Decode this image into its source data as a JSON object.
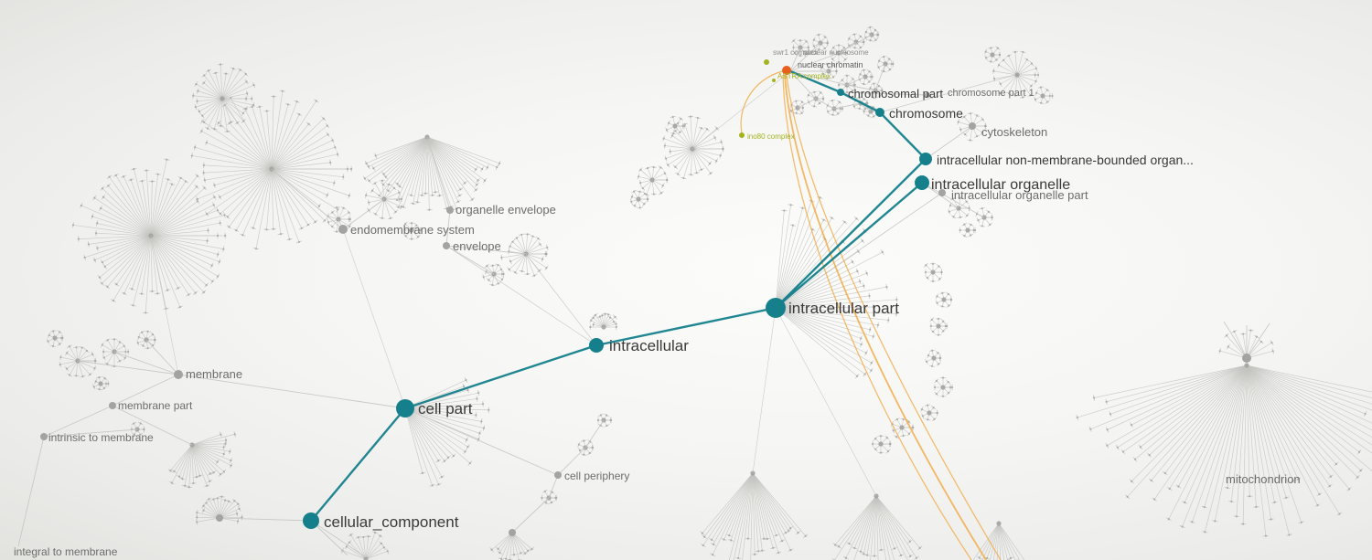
{
  "graph": {
    "colors": {
      "teal": "#15808c",
      "orange": "#e8611c",
      "olive": "#a3b31f",
      "gray_node": "#a3a3a0",
      "gray_edge": "#c3c3c0",
      "orange_edge": "#f3a83e",
      "dark": "#3a3a3a",
      "gray": "#6d6d6b",
      "tiny": "#8d8d8a",
      "tinydark": "#5e5e5c"
    },
    "clusters": [
      [
        165,
        258,
        82,
        0,
        360,
        70
      ],
      [
        297,
        185,
        88,
        0,
        360,
        58
      ],
      [
        467,
        150,
        82,
        20,
        160,
        42
      ],
      [
        243,
        108,
        36,
        0,
        360,
        32
      ],
      [
        210,
        487,
        46,
        -20,
        130,
        26
      ],
      [
        240,
        567,
        25,
        170,
        370,
        18
      ],
      [
        575,
        278,
        26,
        0,
        360,
        22
      ],
      [
        540,
        300,
        12,
        0,
        360,
        12
      ],
      [
        420,
        218,
        21,
        0,
        360,
        16
      ],
      [
        370,
        240,
        14,
        0,
        360,
        12
      ],
      [
        450,
        252,
        10,
        0,
        360,
        9
      ],
      [
        85,
        395,
        20,
        0,
        360,
        16
      ],
      [
        125,
        385,
        16,
        0,
        360,
        13
      ],
      [
        160,
        372,
        10,
        0,
        360,
        10
      ],
      [
        60,
        370,
        9,
        0,
        360,
        8
      ],
      [
        110,
        420,
        8,
        0,
        360,
        8
      ],
      [
        150,
        470,
        8,
        0,
        360,
        7
      ],
      [
        757,
        163,
        34,
        0,
        360,
        28
      ],
      [
        713,
        197,
        18,
        0,
        360,
        14
      ],
      [
        698,
        218,
        10,
        0,
        360,
        10
      ],
      [
        738,
        138,
        10,
        0,
        360,
        8
      ],
      [
        848,
        337,
        128,
        -85,
        40,
        38
      ],
      [
        443,
        447,
        92,
        -25,
        75,
        24
      ],
      [
        660,
        358,
        16,
        180,
        360,
        14
      ],
      [
        823,
        518,
        98,
        50,
        130,
        30
      ],
      [
        958,
        543,
        82,
        50,
        130,
        24
      ],
      [
        1092,
        573,
        55,
        55,
        125,
        14
      ],
      [
        560,
        583,
        30,
        40,
        140,
        12
      ],
      [
        400,
        612,
        30,
        200,
        340,
        12
      ],
      [
        1363,
        400,
        185,
        12,
        168,
        62
      ],
      [
        1363,
        392,
        32,
        195,
        345,
        10
      ],
      [
        1112,
        82,
        26,
        0,
        360,
        20
      ],
      [
        1140,
        105,
        10,
        0,
        360,
        8
      ],
      [
        1085,
        60,
        9,
        0,
        360,
        8
      ],
      [
        1063,
        138,
        16,
        0,
        360,
        12
      ],
      [
        1048,
        228,
        13,
        0,
        360,
        10
      ],
      [
        1076,
        238,
        10,
        0,
        360,
        8
      ],
      [
        1058,
        252,
        8,
        0,
        360,
        7
      ],
      [
        1020,
        298,
        11,
        0,
        360,
        9
      ],
      [
        1032,
        328,
        9,
        0,
        360,
        8
      ],
      [
        1026,
        357,
        10,
        0,
        360,
        9
      ],
      [
        1021,
        392,
        9,
        0,
        360,
        8
      ],
      [
        1031,
        424,
        10,
        0,
        360,
        9
      ],
      [
        1016,
        452,
        9,
        0,
        360,
        8
      ],
      [
        986,
        468,
        12,
        0,
        360,
        10
      ],
      [
        963,
        486,
        11,
        0,
        360,
        9
      ],
      [
        875,
        52,
        10,
        0,
        360,
        9
      ],
      [
        897,
        47,
        9,
        0,
        360,
        8
      ],
      [
        917,
        58,
        10,
        0,
        360,
        9
      ],
      [
        936,
        46,
        9,
        0,
        360,
        8
      ],
      [
        953,
        38,
        8,
        0,
        360,
        8
      ],
      [
        906,
        78,
        9,
        0,
        360,
        8
      ],
      [
        926,
        93,
        10,
        0,
        360,
        9
      ],
      [
        946,
        84,
        8,
        0,
        360,
        8
      ],
      [
        892,
        108,
        9,
        0,
        360,
        8
      ],
      [
        912,
        119,
        9,
        0,
        360,
        8
      ],
      [
        872,
        118,
        8,
        0,
        360,
        8
      ],
      [
        941,
        113,
        8,
        0,
        360,
        8
      ],
      [
        957,
        99,
        8,
        0,
        360,
        8
      ],
      [
        968,
        70,
        8,
        0,
        360,
        8
      ],
      [
        952,
        122,
        7,
        0,
        360,
        7
      ],
      [
        640,
        490,
        9,
        0,
        360,
        8
      ],
      [
        660,
        460,
        8,
        0,
        360,
        7
      ],
      [
        600,
        545,
        8,
        0,
        360,
        7
      ]
    ],
    "gray_edges": [
      [
        443,
        447,
        610,
        520
      ],
      [
        610,
        520,
        640,
        490
      ],
      [
        640,
        490,
        660,
        460
      ],
      [
        610,
        520,
        600,
        545
      ],
      [
        600,
        545,
        560,
        583
      ],
      [
        340,
        570,
        240,
        567
      ],
      [
        340,
        570,
        400,
        610
      ],
      [
        340,
        570,
        380,
        608
      ],
      [
        443,
        447,
        195,
        410
      ],
      [
        195,
        410,
        125,
        385
      ],
      [
        195,
        410,
        85,
        395
      ],
      [
        195,
        410,
        160,
        372
      ],
      [
        195,
        410,
        165,
        258,
        0.6
      ],
      [
        123,
        444,
        195,
        410
      ],
      [
        123,
        444,
        48,
        478
      ],
      [
        123,
        444,
        210,
        487
      ],
      [
        48,
        478,
        20,
        598
      ],
      [
        48,
        478,
        150,
        470
      ],
      [
        443,
        447,
        375,
        251,
        0.6
      ],
      [
        375,
        251,
        420,
        218
      ],
      [
        375,
        251,
        370,
        240
      ],
      [
        375,
        251,
        297,
        185
      ],
      [
        492,
        230,
        467,
        150
      ],
      [
        492,
        230,
        488,
        269
      ],
      [
        488,
        269,
        575,
        278
      ],
      [
        488,
        269,
        540,
        300
      ],
      [
        652,
        378,
        488,
        269,
        0.7
      ],
      [
        652,
        378,
        575,
        278,
        0.7
      ],
      [
        848,
        337,
        1030,
        211
      ],
      [
        1008,
        200,
        1048,
        228
      ],
      [
        1008,
        200,
        1076,
        238
      ],
      [
        1012,
        174,
        1063,
        138
      ],
      [
        962,
        123,
        1110,
        82,
        0.7
      ],
      [
        919,
        101,
        1014,
        104
      ],
      [
        864,
        78,
        875,
        52
      ],
      [
        864,
        78,
        897,
        47
      ],
      [
        864,
        78,
        917,
        58
      ],
      [
        864,
        78,
        906,
        78
      ],
      [
        864,
        78,
        892,
        108
      ],
      [
        864,
        78,
        926,
        93
      ],
      [
        917,
        58,
        936,
        46
      ],
      [
        917,
        58,
        953,
        38
      ],
      [
        926,
        93,
        946,
        84
      ],
      [
        926,
        93,
        957,
        99
      ],
      [
        892,
        108,
        912,
        119
      ],
      [
        892,
        108,
        872,
        118
      ],
      [
        912,
        119,
        941,
        113
      ],
      [
        941,
        113,
        952,
        122
      ],
      [
        957,
        99,
        968,
        70
      ],
      [
        1363,
        392,
        1363,
        356
      ],
      [
        1363,
        392,
        1338,
        352
      ],
      [
        1363,
        392,
        1388,
        354
      ],
      [
        848,
        337,
        823,
        518,
        0.6
      ],
      [
        848,
        337,
        958,
        543,
        0.6
      ],
      [
        864,
        78,
        757,
        163,
        0.6
      ]
    ],
    "teal_edges": [
      [
        340,
        570,
        443,
        447
      ],
      [
        443,
        447,
        652,
        378
      ],
      [
        652,
        378,
        848,
        337
      ],
      [
        848,
        337,
        1008,
        200
      ],
      [
        848,
        337,
        1012,
        174
      ],
      [
        1012,
        174,
        962,
        123
      ],
      [
        962,
        123,
        919,
        101
      ],
      [
        919,
        101,
        864,
        78
      ]
    ],
    "orange_curves": [
      "M858,82 C868,220 965,430 1078,613",
      "M856,82 C860,230 948,440 1062,613",
      "M860,82 C876,215 982,425 1094,613",
      "M855,78 C822,88 806,118 811,146"
    ],
    "nodes": [
      [
        340,
        570,
        9,
        "teal",
        "cellular_component"
      ],
      [
        443,
        447,
        10,
        "teal",
        "cell-part"
      ],
      [
        652,
        378,
        8,
        "teal",
        "intracellular"
      ],
      [
        848,
        337,
        11,
        "teal",
        "intracellular-part"
      ],
      [
        1008,
        200,
        8,
        "teal",
        "intracellular-organelle"
      ],
      [
        1012,
        174,
        7,
        "teal",
        "intracellular-non-membrane-bounded-organelle"
      ],
      [
        962,
        123,
        5,
        "teal",
        "chromosome"
      ],
      [
        919,
        101,
        4,
        "teal",
        "chromosomal-part"
      ],
      [
        860,
        77,
        5,
        "orange",
        "nucleosome"
      ],
      [
        838,
        68,
        3,
        "olive",
        "swr1-complex"
      ],
      [
        846,
        88,
        2,
        "olive",
        "astra-complex"
      ],
      [
        811,
        148,
        3,
        "olive",
        "ino80-complex"
      ],
      [
        195,
        410,
        5,
        "gray_node",
        "membrane"
      ],
      [
        123,
        444,
        4,
        "gray_node",
        "membrane-part"
      ],
      [
        48,
        478,
        4,
        "gray_node",
        "intrinsic-to-membrane"
      ],
      [
        375,
        251,
        5,
        "gray_node",
        "endomembrane-system"
      ],
      [
        488,
        269,
        4,
        "gray_node",
        "envelope"
      ],
      [
        492,
        230,
        4,
        "gray_node",
        "organelle-envelope"
      ],
      [
        610,
        520,
        4,
        "gray_node",
        "cell-periphery"
      ],
      [
        1030,
        211,
        4,
        "gray_node",
        "intracellular-organelle-part"
      ],
      [
        1063,
        138,
        4,
        "gray_node",
        "cytoskeleton"
      ],
      [
        1363,
        392,
        5,
        "gray_node",
        "mitochondrion"
      ],
      [
        1014,
        104,
        3,
        "gray_node",
        "chromosome-part"
      ],
      [
        560,
        583,
        4,
        "gray_node",
        "node"
      ],
      [
        240,
        567,
        4,
        "gray_node",
        "node"
      ]
    ],
    "labels": [
      [
        354,
        577,
        17,
        "dark",
        "cellular_component"
      ],
      [
        457,
        453,
        17,
        "dark",
        "cell part"
      ],
      [
        666,
        384,
        17,
        "dark",
        "intracellular"
      ],
      [
        862,
        343,
        17,
        "dark",
        "intracellular part"
      ],
      [
        1018,
        207,
        16,
        "dark",
        "intracellular organelle"
      ],
      [
        1024,
        180,
        14,
        "dark",
        "intracellular non-membrane-bounded organ..."
      ],
      [
        972,
        129,
        14,
        "dark",
        "chromosome"
      ],
      [
        927,
        107,
        13,
        "dark",
        "chromosomal part"
      ],
      [
        1036,
        105,
        11,
        "gray",
        "chromosome part 1"
      ],
      [
        1040,
        218,
        13,
        "gray",
        "intracellular organelle part"
      ],
      [
        1073,
        149,
        13,
        "gray",
        "cytoskeleton"
      ],
      [
        498,
        234,
        13,
        "gray",
        "organelle envelope"
      ],
      [
        383,
        256,
        13,
        "gray",
        "endomembrane system"
      ],
      [
        495,
        274,
        13,
        "gray",
        "envelope"
      ],
      [
        203,
        414,
        13,
        "gray",
        "membrane"
      ],
      [
        129,
        448,
        12,
        "gray",
        "membrane part"
      ],
      [
        53,
        483,
        12,
        "gray",
        "intrinsic to membrane"
      ],
      [
        15,
        608,
        12,
        "gray",
        "integral to membrane"
      ],
      [
        617,
        525,
        12,
        "gray",
        "cell periphery"
      ],
      [
        1340,
        529,
        13,
        "gray",
        "mitochondrion"
      ],
      [
        845,
        60,
        8,
        "tiny",
        "swr1 complex"
      ],
      [
        878,
        60,
        8,
        "tiny",
        "nuclear nucleosome"
      ],
      [
        872,
        74,
        9,
        "tinydark",
        "nuclear chromatin"
      ],
      [
        850,
        86,
        8,
        "olive",
        "ASTRA complex"
      ],
      [
        817,
        152,
        8,
        "olive",
        "ino80 complex"
      ]
    ]
  }
}
